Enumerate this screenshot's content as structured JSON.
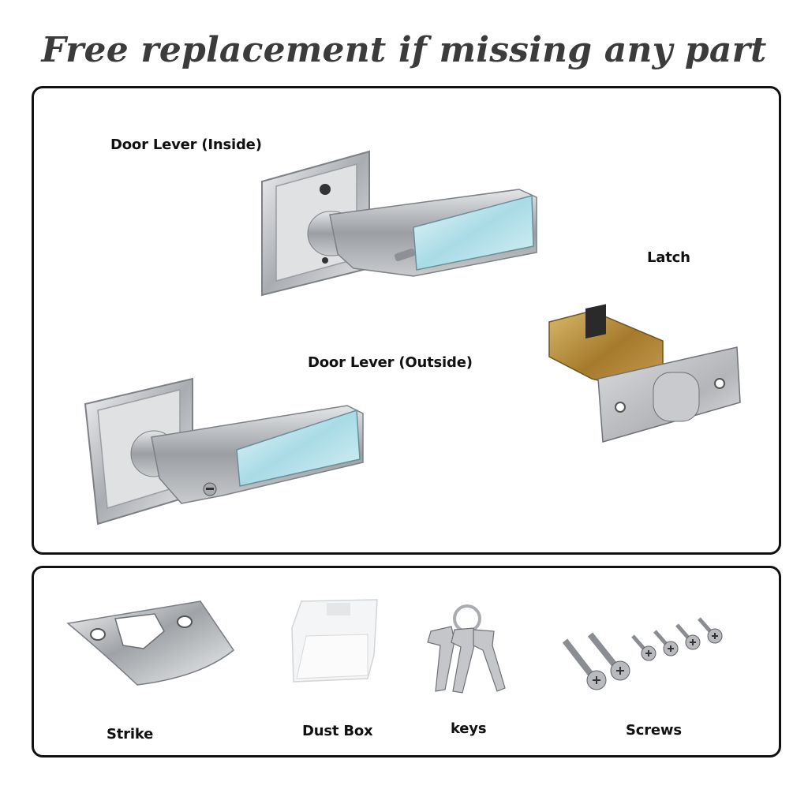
{
  "headline": "Free replacement if missing any part",
  "parts": {
    "lever_inside": "Door Lever (Inside)",
    "lever_outside": "Door Lever (Outside)",
    "latch": "Latch",
    "strike": "Strike",
    "dust_box": "Dust Box",
    "keys": "keys",
    "screws": "Screws"
  },
  "colors": {
    "frame": "#111111",
    "nickel": "#b7b9bd",
    "glass": "#bfe6ef",
    "brass": "#b88a33"
  }
}
